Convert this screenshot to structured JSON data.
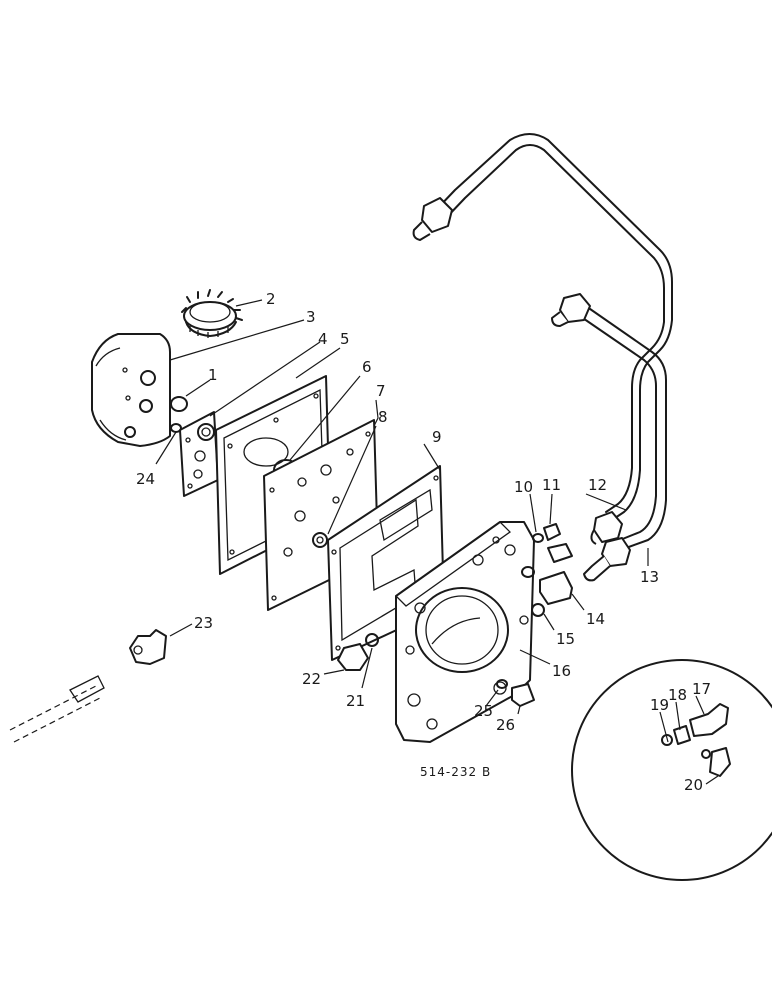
{
  "drawing_code": "514-232 B",
  "callouts": {
    "c1": "1",
    "c2": "2",
    "c3": "3",
    "c4": "4",
    "c5": "5",
    "c6": "6",
    "c7": "7",
    "c8": "8",
    "c9": "9",
    "c10": "10",
    "c11": "11",
    "c12": "12",
    "c13": "13",
    "c14": "14",
    "c15": "15",
    "c16": "16",
    "c17": "17",
    "c18": "18",
    "c19": "19",
    "c20": "20",
    "c21": "21",
    "c22": "22",
    "c23": "23",
    "c24": "24",
    "c25": "25",
    "c26": "26"
  }
}
